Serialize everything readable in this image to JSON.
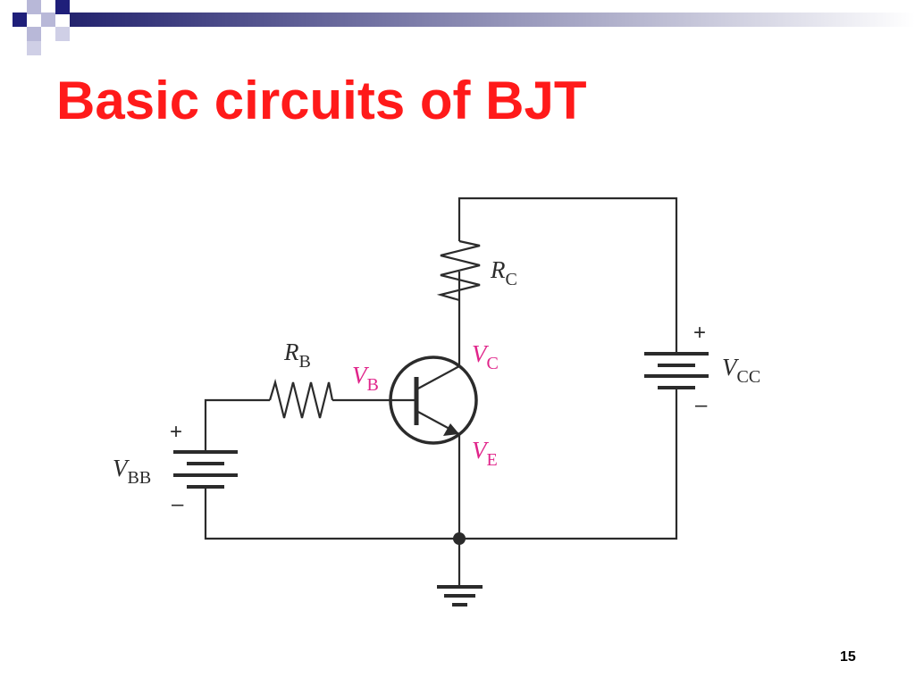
{
  "slide": {
    "title": "Basic circuits of BJT",
    "page_number": "15"
  },
  "colors": {
    "title": "#ff1a1a",
    "node_labels": "#e0248a",
    "wire": "#2b2b2b",
    "banner_dark": "#1f1f7a",
    "banner_light": "#b8b8d8",
    "banner_gradient_start": "#23236e",
    "banner_gradient_end": "#ffffff"
  },
  "diagram": {
    "labels": {
      "rb": {
        "main": "R",
        "sub": "B"
      },
      "rc": {
        "main": "R",
        "sub": "C"
      },
      "vb": {
        "main": "V",
        "sub": "B"
      },
      "vc": {
        "main": "V",
        "sub": "C"
      },
      "ve": {
        "main": "V",
        "sub": "E"
      },
      "vbb": {
        "main": "V",
        "sub": "BB"
      },
      "vcc": {
        "main": "V",
        "sub": "CC"
      }
    },
    "signs": {
      "plus": "+",
      "minus": "–"
    }
  }
}
